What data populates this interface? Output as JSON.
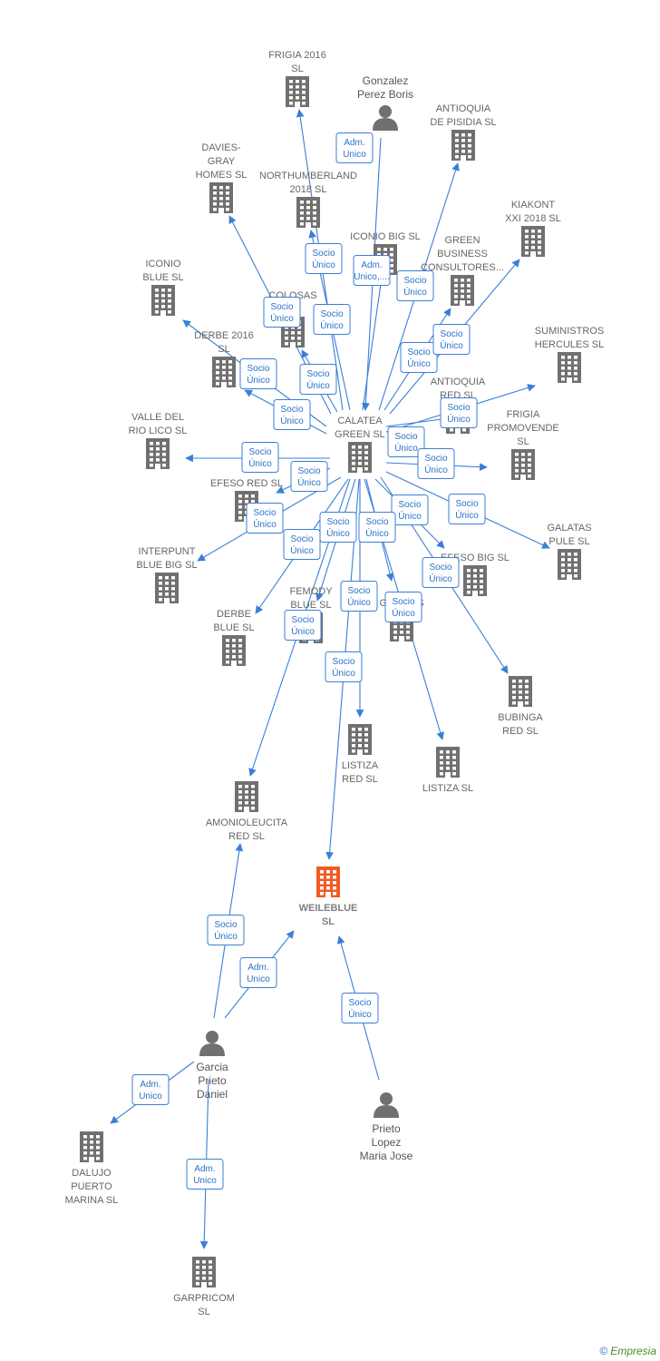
{
  "colors": {
    "company": "#707070",
    "focus": "#f15a24",
    "person": "#707070",
    "edge": "#3a7fd6"
  },
  "nodes": [
    {
      "id": "frigia2016",
      "kind": "company",
      "lines": [
        "FRIGIA 2016",
        "SL"
      ]
    },
    {
      "id": "gonzalez",
      "kind": "person",
      "lines": [
        "Gonzalez",
        "Perez Boris"
      ]
    },
    {
      "id": "antioquiapisidia",
      "kind": "company",
      "lines": [
        "ANTIOQUIA",
        "DE PISIDIA  SL"
      ]
    },
    {
      "id": "daviesgray",
      "kind": "company",
      "lines": [
        "DAVIES-",
        "GRAY",
        "HOMES  SL"
      ]
    },
    {
      "id": "northumberland",
      "kind": "company",
      "lines": [
        "NORTHUMBERLAND",
        "2018  SL"
      ]
    },
    {
      "id": "kiakont",
      "kind": "company",
      "lines": [
        "KIAKONT",
        "XXI 2018  SL"
      ]
    },
    {
      "id": "iconiobig",
      "kind": "company",
      "lines": [
        "ICONIO BIG  SL"
      ]
    },
    {
      "id": "greenbusiness",
      "kind": "company",
      "lines": [
        "GREEN",
        "BUSINESS",
        "CONSULTORES..."
      ]
    },
    {
      "id": "iconioblue",
      "kind": "company",
      "lines": [
        "ICONIO",
        "BLUE  SL"
      ]
    },
    {
      "id": "colosas",
      "kind": "company",
      "lines": [
        "COLOSAS",
        "SL"
      ]
    },
    {
      "id": "suministros",
      "kind": "company",
      "lines": [
        "SUMINISTROS",
        "HERCULES  SL"
      ]
    },
    {
      "id": "derbe2016",
      "kind": "company",
      "lines": [
        "DERBE 2016",
        "SL"
      ]
    },
    {
      "id": "antioquiared",
      "kind": "company",
      "lines": [
        "ANTIOQUIA",
        "RED  SL"
      ]
    },
    {
      "id": "vallerio",
      "kind": "company",
      "lines": [
        "VALLE DEL",
        "RIO LICO  SL"
      ]
    },
    {
      "id": "calatea",
      "kind": "company",
      "lines": [
        "CALATEA",
        "GREEN  SL"
      ]
    },
    {
      "id": "frigiapromovende",
      "kind": "company",
      "lines": [
        "FRIGIA",
        "PROMOVENDE",
        "SL"
      ]
    },
    {
      "id": "eferored",
      "kind": "company",
      "lines": [
        "EFESO RED  SL"
      ]
    },
    {
      "id": "galataspule",
      "kind": "company",
      "lines": [
        "GALATAS",
        "PULE  SL"
      ]
    },
    {
      "id": "interpunt",
      "kind": "company",
      "lines": [
        "INTERPUNT",
        "BLUE BIG  SL"
      ]
    },
    {
      "id": "efesobig",
      "kind": "company",
      "lines": [
        "EFESO BIG  SL"
      ]
    },
    {
      "id": "femody",
      "kind": "company",
      "lines": [
        "FEMODY",
        "BLUE  SL"
      ]
    },
    {
      "id": "galatas",
      "kind": "company",
      "lines": [
        "GALATAS"
      ]
    },
    {
      "id": "derbeblue",
      "kind": "company",
      "lines": [
        "DERBE",
        "BLUE  SL"
      ]
    },
    {
      "id": "bubinga",
      "kind": "company",
      "lines": [
        "BUBINGA",
        "RED  SL"
      ]
    },
    {
      "id": "listizared",
      "kind": "company",
      "lines": [
        "LISTIZA",
        "RED  SL"
      ]
    },
    {
      "id": "listiza",
      "kind": "company",
      "lines": [
        "LISTIZA  SL"
      ]
    },
    {
      "id": "amonioleucita",
      "kind": "company",
      "lines": [
        "AMONIOLEUCITA",
        "RED  SL"
      ]
    },
    {
      "id": "weileblue",
      "kind": "focus",
      "lines": [
        "WEILEBLUE",
        "SL"
      ]
    },
    {
      "id": "garcia",
      "kind": "person",
      "lines": [
        "Garcia",
        "Prieto",
        "Daniel"
      ]
    },
    {
      "id": "prieto",
      "kind": "person",
      "lines": [
        "Prieto",
        "Lopez",
        "Maria Jose"
      ]
    },
    {
      "id": "dalujo",
      "kind": "company",
      "lines": [
        "DALUJO",
        "PUERTO",
        "MARINA SL"
      ]
    },
    {
      "id": "garpricom",
      "kind": "company",
      "lines": [
        "GARPRICOM",
        "SL"
      ]
    }
  ],
  "edges": [
    {
      "from": "gonzalez",
      "to": "calatea",
      "label": [
        "Adm.",
        "Unico"
      ]
    },
    {
      "from": "calatea",
      "to": "frigia2016",
      "label": [
        "Socio",
        "Único"
      ]
    },
    {
      "from": "calatea",
      "to": "northumberland",
      "label": [
        "Socio",
        "Único"
      ]
    },
    {
      "from": "calatea",
      "to": "daviesgray",
      "label": [
        "Socio",
        "Único"
      ]
    },
    {
      "from": "calatea",
      "to": "iconiobig",
      "label": [
        "Adm.",
        "Unico,...."
      ]
    },
    {
      "from": "calatea",
      "to": "antioquiapisidia",
      "label": [
        "Socio",
        "Único"
      ]
    },
    {
      "from": "calatea",
      "to": "greenbusiness",
      "label": [
        "Socio",
        "Único"
      ]
    },
    {
      "from": "calatea",
      "to": "kiakont",
      "label": [
        "Socio",
        "Único"
      ]
    },
    {
      "from": "calatea",
      "to": "colosas",
      "label": [
        "Socio",
        "Único"
      ]
    },
    {
      "from": "calatea",
      "to": "iconioblue",
      "label": [
        "Socio",
        "Único"
      ]
    },
    {
      "from": "calatea",
      "to": "derbe2016",
      "label": [
        "Socio",
        "Único"
      ]
    },
    {
      "from": "calatea",
      "to": "antioquiared",
      "label": [
        "Socio",
        "Único"
      ]
    },
    {
      "from": "calatea",
      "to": "suministros",
      "label": [
        "Socio",
        "Único"
      ]
    },
    {
      "from": "calatea",
      "to": "vallerio",
      "label": [
        "Socio",
        "Único"
      ]
    },
    {
      "from": "calatea",
      "to": "frigiapromovende",
      "label": [
        "Socio",
        "Único"
      ]
    },
    {
      "from": "calatea",
      "to": "eferored",
      "label": [
        "Socio",
        "Único"
      ]
    },
    {
      "from": "calatea",
      "to": "interpunt",
      "label": [
        "Socio",
        "Único"
      ]
    },
    {
      "from": "calatea",
      "to": "galataspule",
      "label": [
        "Socio",
        "Único"
      ]
    },
    {
      "from": "calatea",
      "to": "derbeblue",
      "label": [
        "Socio",
        "Único"
      ]
    },
    {
      "from": "calatea",
      "to": "femody",
      "label": [
        "Socio",
        "Único"
      ]
    },
    {
      "from": "calatea",
      "to": "efesobig",
      "label": [
        "Socio",
        "Único"
      ]
    },
    {
      "from": "calatea",
      "to": "galatas",
      "label": [
        "Socio",
        "Único"
      ]
    },
    {
      "from": "calatea",
      "to": "bubinga",
      "label": [
        "Socio",
        "Único"
      ]
    },
    {
      "from": "calatea",
      "to": "listizared",
      "label": [
        "Socio",
        "Único"
      ]
    },
    {
      "from": "calatea",
      "to": "listiza",
      "label": [
        "Socio",
        "Único"
      ]
    },
    {
      "from": "calatea",
      "to": "amonioleucita",
      "label": [
        "Socio",
        "Único"
      ]
    },
    {
      "from": "calatea",
      "to": "weileblue",
      "label": [
        "Socio",
        "Único"
      ]
    },
    {
      "from": "garcia",
      "to": "amonioleucita",
      "label": [
        "Socio",
        "Único"
      ]
    },
    {
      "from": "garcia",
      "to": "weileblue",
      "label": [
        "Adm.",
        "Unico"
      ]
    },
    {
      "from": "prieto",
      "to": "weileblue",
      "label": [
        "Socio",
        "Único"
      ]
    },
    {
      "from": "garcia",
      "to": "dalujo",
      "label": [
        "Adm.",
        "Unico"
      ]
    },
    {
      "from": "garcia",
      "to": "garpricom",
      "label": [
        "Adm.",
        "Unico"
      ]
    }
  ],
  "footer": {
    "symbol": "©",
    "brand": "Empresia"
  }
}
